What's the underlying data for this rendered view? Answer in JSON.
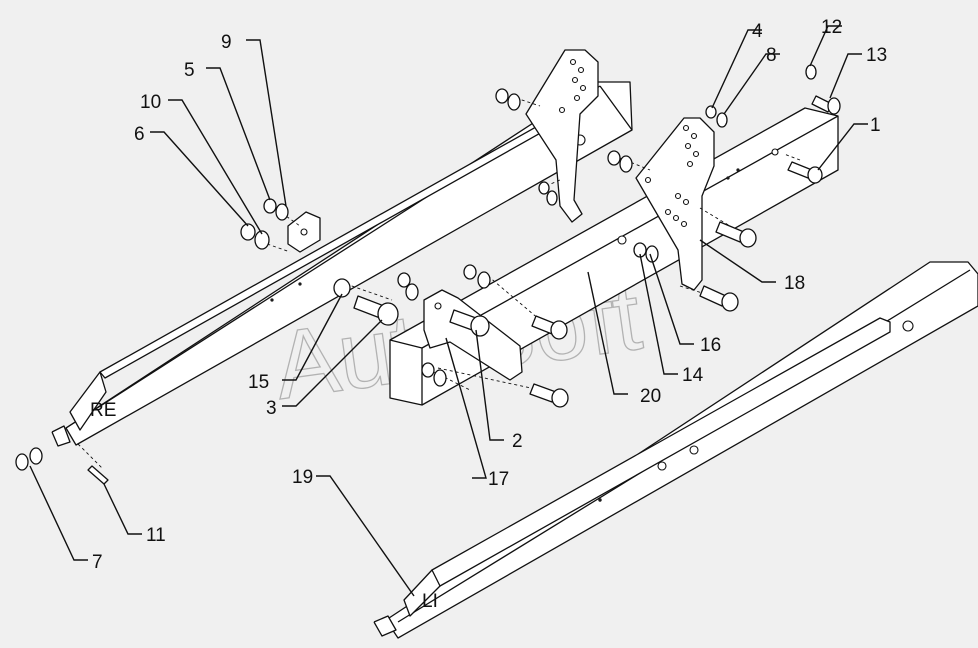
{
  "diagram": {
    "watermark": "AutoSoft",
    "side_labels": {
      "right": "RE",
      "left": "LI"
    },
    "callouts": [
      "1",
      "2",
      "3",
      "4",
      "5",
      "6",
      "7",
      "8",
      "9",
      "10",
      "11",
      "12",
      "13",
      "14",
      "15",
      "16",
      "17",
      "18",
      "19",
      "20"
    ],
    "colors": {
      "background": "#f0f0f0",
      "line": "#111111",
      "part_fill": "#ffffff",
      "watermark": "#8a8a8a"
    }
  }
}
